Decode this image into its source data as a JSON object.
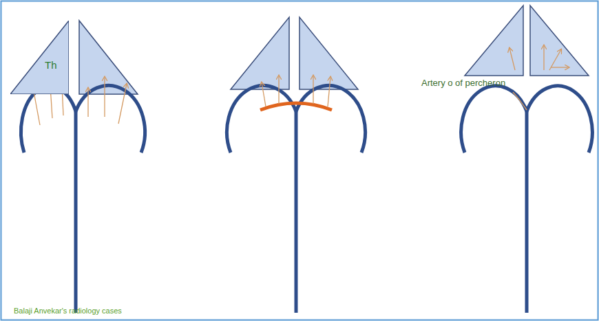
{
  "diagram": {
    "nodes": [
      {
        "text": [
          "Th"
        ]
      }
    ],
    "labels": [
      "Artery o of percheron",
      "Balaji Anvekar's radiology cases"
    ]
  }
}
